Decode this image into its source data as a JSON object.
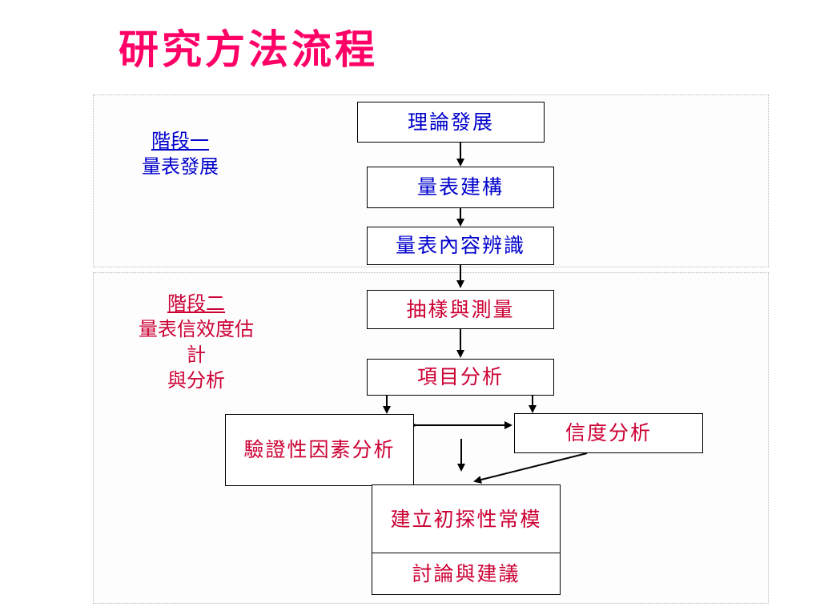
{
  "title": "研究方法流程",
  "stage1": {
    "heading": "階段一",
    "desc": "量表發展"
  },
  "stage2": {
    "heading": "階段二",
    "desc_lines": [
      "量表信效度估",
      "計",
      "與分析"
    ]
  },
  "steps": {
    "theory": "理論發展",
    "construct": "量表建構",
    "content": "量表內容辨識",
    "sampling": "抽樣與測量",
    "item_analysis": "項目分析",
    "cfa": "驗證性因素分析",
    "reliability": "信度分析",
    "norms": "建立初探性常模",
    "discussion": "討論與建議"
  },
  "colors": {
    "title": "#ff0066",
    "stage1": "#0000cc",
    "stage2": "#cc0033"
  }
}
